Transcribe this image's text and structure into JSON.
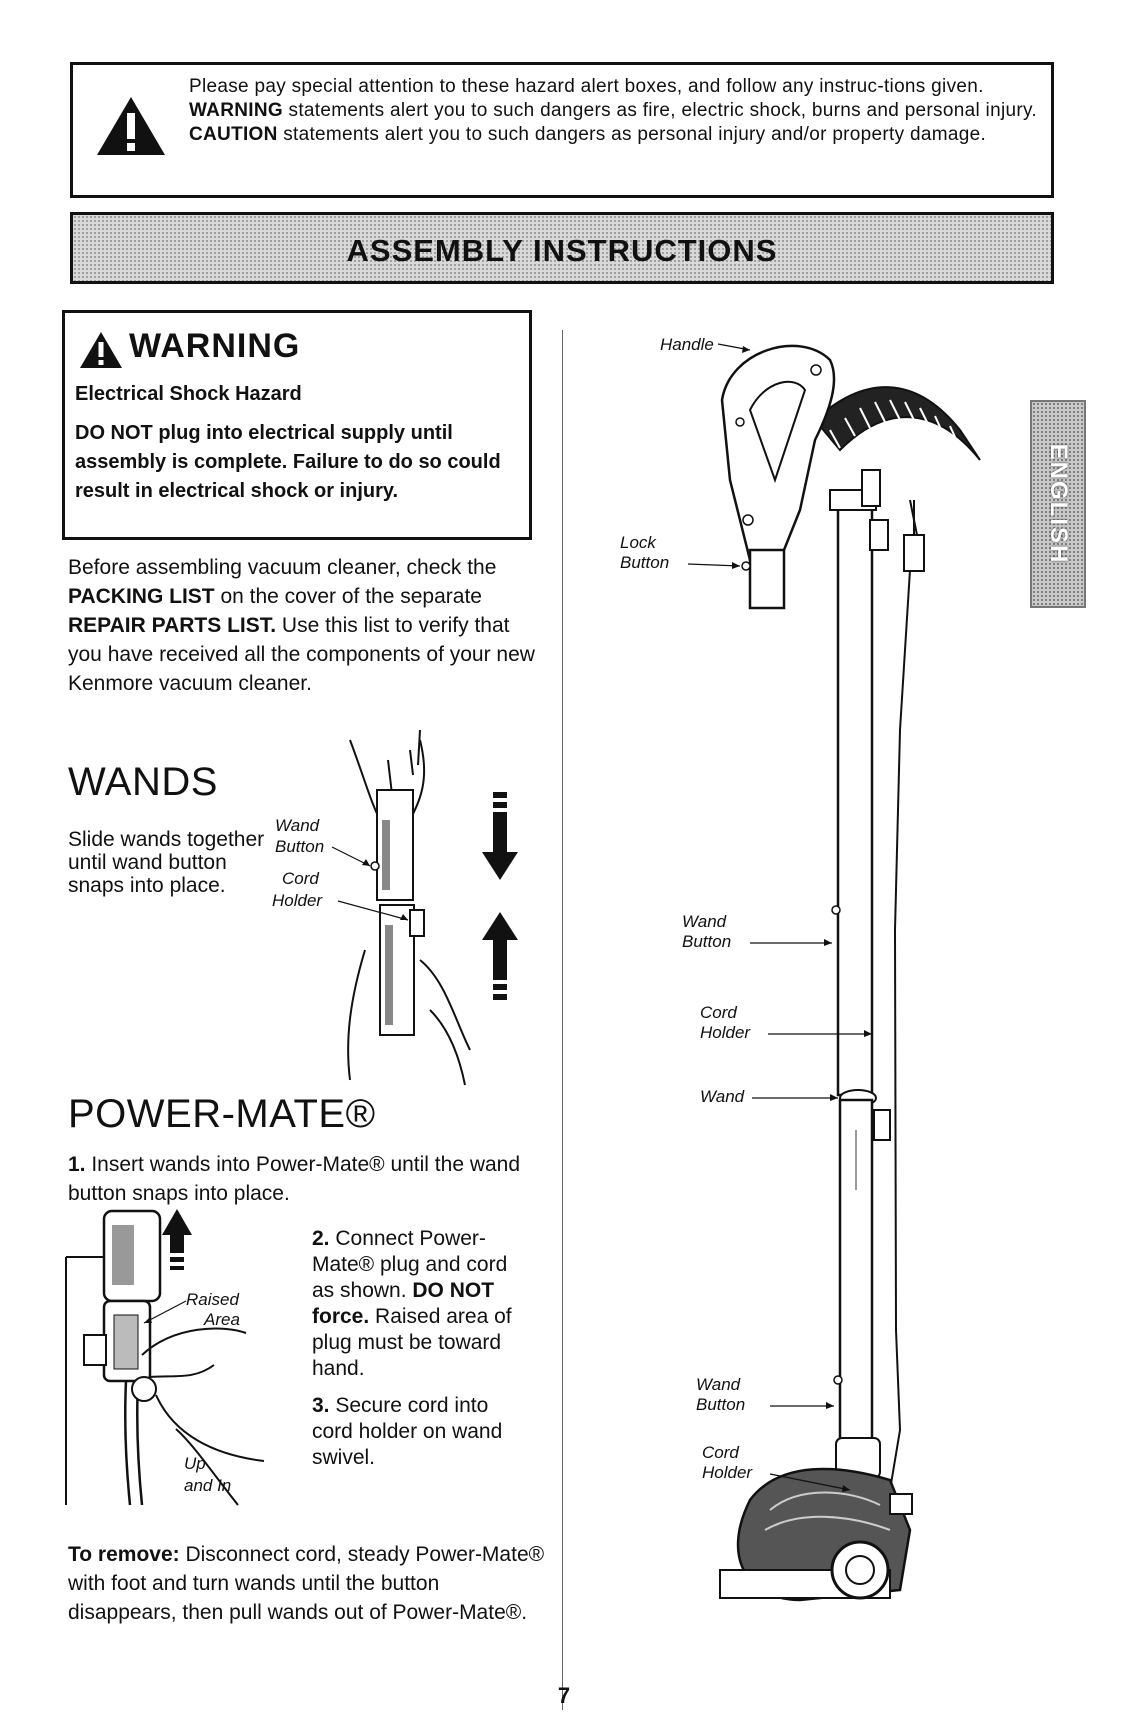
{
  "hazard_notice": {
    "text_1": "Please pay special attention to these hazard alert boxes, and follow any instruc-tions given. ",
    "warning_word": "WARNING",
    "text_2": " statements alert you to such dangers as fire, electric shock, burns and personal injury. ",
    "caution_word": "CAUTION",
    "text_3": " statements alert you to such dangers as personal injury and/or property damage."
  },
  "banner": {
    "title": "ASSEMBLY INSTRUCTIONS"
  },
  "warning_box": {
    "heading": "WARNING",
    "subheading": "Electrical Shock Hazard",
    "body": "DO NOT plug into electrical supply until assembly is complete. Failure to do so could result in electrical shock or injury."
  },
  "intro": {
    "text_1": "Before assembling vacuum cleaner, check the ",
    "packing_list": "PACKING LIST",
    "text_2": " on the cover of the separate ",
    "repair_parts_list": "REPAIR PARTS LIST.",
    "text_3": " Use this list to verify that you have received all the components of your new Kenmore vacuum cleaner."
  },
  "wands": {
    "title": "WANDS",
    "text": "Slide wands together until wand button snaps into place.",
    "label_wand": "Wand",
    "label_button": "Button",
    "label_cord": "Cord",
    "label_holder": "Holder"
  },
  "powermate": {
    "title": "POWER-MATE®",
    "step1_num": "1.",
    "step1_text": " Insert wands into Power-Mate® until the wand button snaps into place.",
    "step2_num": "2.",
    "step2_text_1": " Connect Power-Mate® plug and cord as shown. ",
    "step2_bold": "DO NOT force.",
    "step2_text_2": " Raised area of plug must be toward hand.",
    "step3_num": "3.",
    "step3_text": " Secure cord into cord holder on wand swivel.",
    "label_raised": "Raised",
    "label_area": "Area",
    "label_up": "Up",
    "label_and_in": "and In",
    "remove_label": "To remove:",
    "remove_text": " Disconnect cord, steady Power-Mate® with foot and turn wands until the button disappears, then pull wands out of Power-Mate®."
  },
  "assembly_diagram": {
    "handle": "Handle",
    "lock": "Lock",
    "button": "Button",
    "wand": "Wand",
    "cord": "Cord",
    "holder": "Holder"
  },
  "side_tab": {
    "label": "ENGLISH"
  },
  "page_number": "7"
}
